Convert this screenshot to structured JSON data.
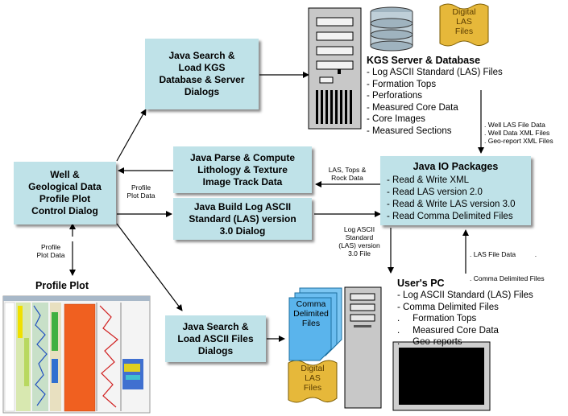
{
  "boxes": {
    "search_kgs": [
      "Java Search &",
      "Load KGS",
      "Database & Server",
      "Dialogs"
    ],
    "control": [
      "Well &",
      "Geological Data",
      "Profile Plot",
      "Control Dialog"
    ],
    "parse": [
      "Java Parse & Compute",
      "Lithology & Texture",
      "Image Track Data"
    ],
    "build_las": [
      "Java Build Log ASCII",
      "Standard (LAS) version",
      "3.0 Dialog"
    ],
    "search_files": [
      "Java Search &",
      "Load ASCII Files",
      "Dialogs"
    ]
  },
  "io": {
    "title": "Java IO Packages",
    "items": [
      "- Read & Write XML",
      "- Read LAS version 2.0",
      "- Read & Write LAS version 3.0",
      "- Read Comma Delimited Files"
    ]
  },
  "server": {
    "title": "KGS Server & Database",
    "items": [
      "- Log ASCII Standard (LAS) Files",
      "- Formation Tops",
      "- Perforations",
      "- Measured Core Data",
      "- Core Images",
      "- Measured Sections"
    ]
  },
  "pc": {
    "title": "User's PC",
    "items": [
      "- Log ASCII Standard (LAS) Files",
      "- Comma Delimited Files",
      ".     Formation Tops",
      ".     Measured Core Data",
      ".     Geo-reports"
    ]
  },
  "labels": {
    "server_to_io": [
      ". Well LAS File Data",
      ". Well Data XML Files",
      ". Geo-report XML Files"
    ],
    "las_tops": [
      "LAS, Tops &",
      "Rock Data"
    ],
    "profile_data_top": [
      "Profile",
      "Plot Data"
    ],
    "profile_data_left": [
      "Profile",
      "Plot Data"
    ],
    "las30_file": [
      "Log ASCII",
      "Standard",
      "(LAS) version",
      "3.0 File"
    ],
    "pc_to_io": [
      ". LAS File Data          .",
      ". Comma Delimited Files"
    ]
  },
  "icons": {
    "digital_las": [
      "Digital",
      "LAS",
      "Files"
    ],
    "comma_files": [
      "Comma",
      "Delimited",
      "Files"
    ]
  },
  "profile_plot_title": "Profile Plot",
  "colors": {
    "box_fill": "#bfe2e8",
    "scroll_fill": "#e6b83a",
    "file_fill": "#5ab4ec",
    "arrow": "#000000"
  }
}
